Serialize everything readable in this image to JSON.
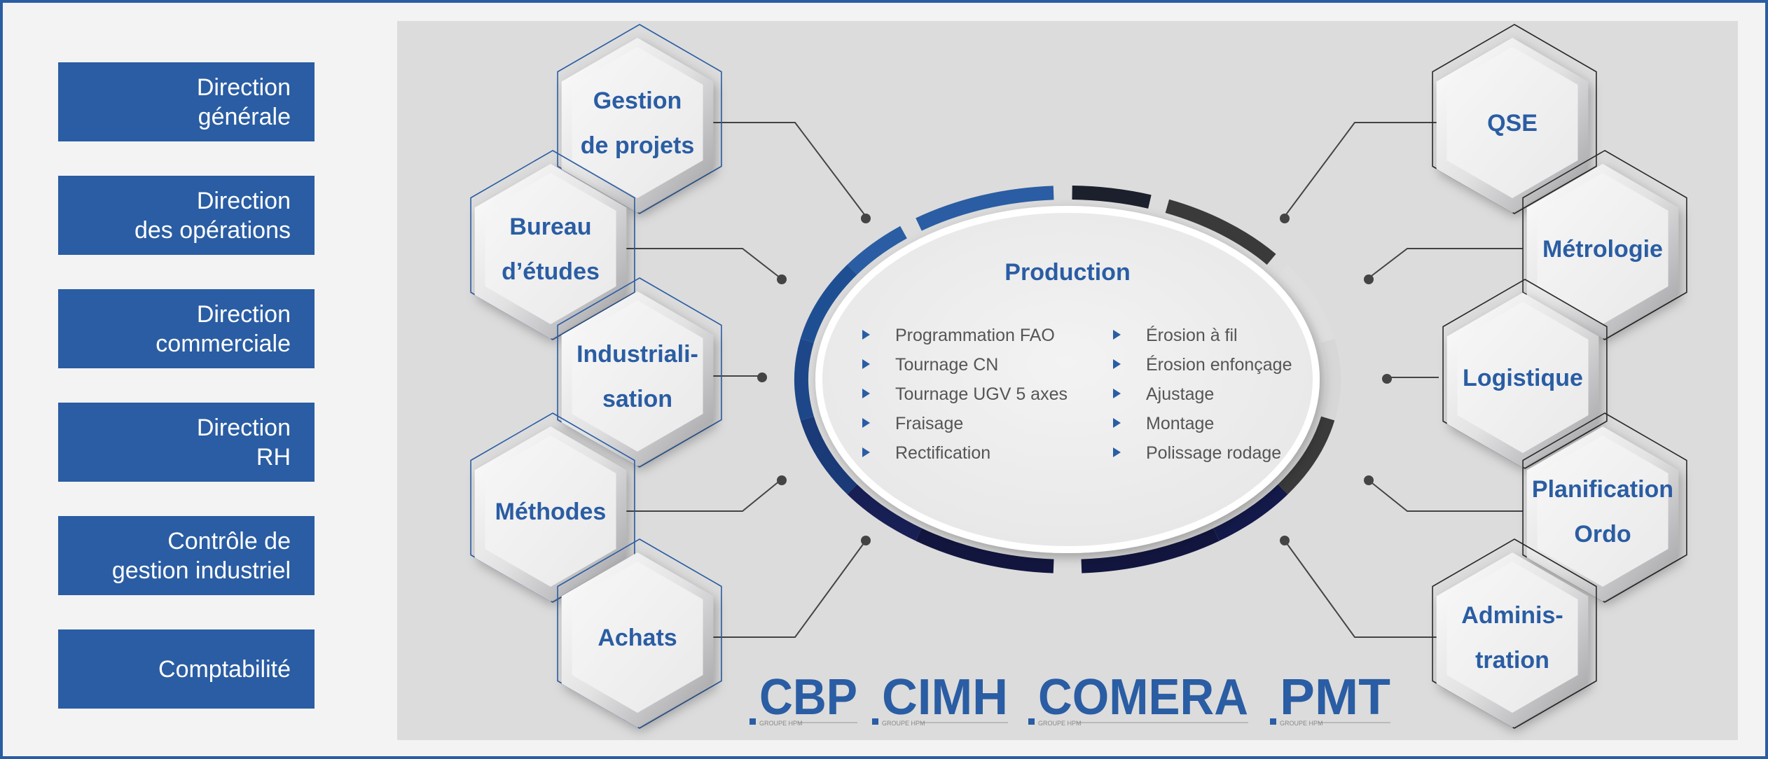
{
  "directions": [
    {
      "lines": [
        "Direction",
        "générale"
      ]
    },
    {
      "lines": [
        "Direction",
        "des opérations"
      ]
    },
    {
      "lines": [
        "Direction",
        "commerciale"
      ]
    },
    {
      "lines": [
        "Direction",
        "RH"
      ]
    },
    {
      "lines": [
        "Contrôle de",
        "gestion industriel"
      ]
    },
    {
      "lines": [
        "Comptabilité"
      ]
    }
  ],
  "center": {
    "title": "Production",
    "list_left": [
      "Programmation FAO",
      "Tournage CN",
      "Tournage UGV 5 axes",
      "Fraisage",
      "Rectification"
    ],
    "list_right": [
      "Érosion à fil",
      "Érosion enfonçage",
      "Ajustage",
      "Montage",
      "Polissage rodage"
    ]
  },
  "left_hexes": [
    {
      "lines": [
        "Gestion",
        "de projets"
      ]
    },
    {
      "lines": [
        "Bureau",
        "d’études"
      ]
    },
    {
      "lines": [
        "Industriali-",
        "sation"
      ]
    },
    {
      "lines": [
        "Méthodes"
      ]
    },
    {
      "lines": [
        "Achats"
      ]
    }
  ],
  "right_hexes": [
    {
      "lines": [
        "QSE"
      ]
    },
    {
      "lines": [
        "Métrologie"
      ]
    },
    {
      "lines": [
        "Logistique"
      ]
    },
    {
      "lines": [
        "Planification",
        "Ordo"
      ]
    },
    {
      "lines": [
        "Adminis-",
        "tration"
      ]
    }
  ],
  "logos": [
    {
      "name": "CBP",
      "sub": "GROUPE HPM"
    },
    {
      "name": "CIMH",
      "sub": "GROUPE HPM"
    },
    {
      "name": "COMERA",
      "sub": "GROUPE HPM"
    },
    {
      "name": "PMT",
      "sub": "GROUPE HPM"
    }
  ],
  "colors": {
    "brand": "#2a5da3",
    "navy": "#12163f",
    "dark": "#3a3a3a",
    "panel": "#dcdcdc"
  }
}
